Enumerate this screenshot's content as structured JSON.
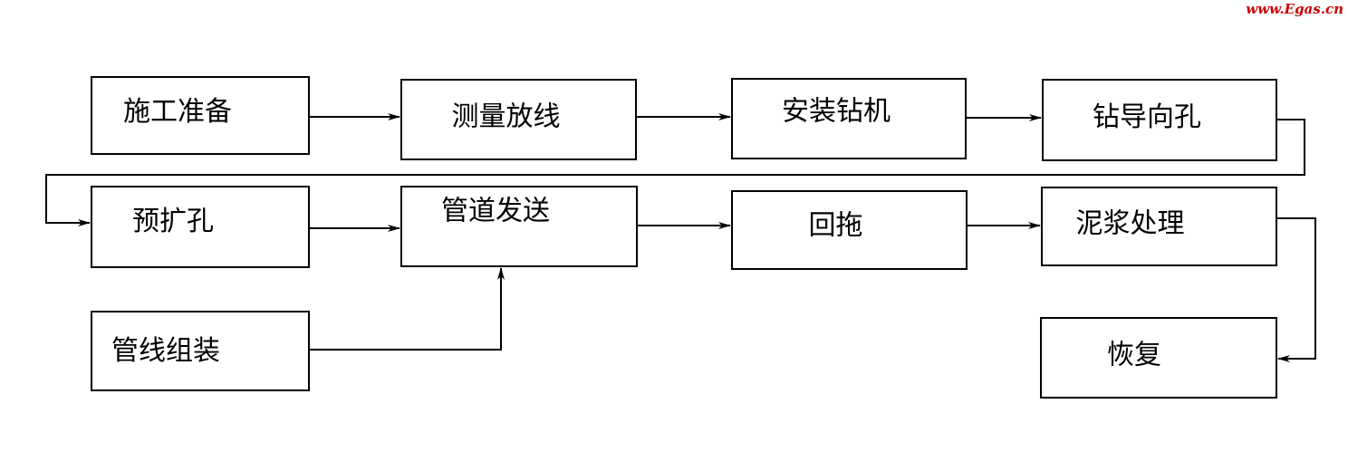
{
  "watermark": {
    "text": "www.Egas.cn",
    "color": "#cc0000"
  },
  "diagram": {
    "type": "flowchart",
    "line_color": "#000000",
    "nodes": [
      {
        "id": "prep",
        "label": "施工准备"
      },
      {
        "id": "survey",
        "label": "测量放线"
      },
      {
        "id": "install",
        "label": "安装钻机"
      },
      {
        "id": "pilot",
        "label": "钻导向孔"
      },
      {
        "id": "ream",
        "label": "预扩孔"
      },
      {
        "id": "deliver",
        "label": "管道发送"
      },
      {
        "id": "pullback",
        "label": "回拖"
      },
      {
        "id": "mud",
        "label": "泥浆处理"
      },
      {
        "id": "assemble",
        "label": "管线组装"
      },
      {
        "id": "restore",
        "label": "恢复"
      }
    ],
    "edges": [
      {
        "from": "prep",
        "to": "survey"
      },
      {
        "from": "survey",
        "to": "install"
      },
      {
        "from": "install",
        "to": "pilot"
      },
      {
        "from": "pilot",
        "to": "ream"
      },
      {
        "from": "ream",
        "to": "deliver"
      },
      {
        "from": "deliver",
        "to": "pullback"
      },
      {
        "from": "pullback",
        "to": "mud"
      },
      {
        "from": "assemble",
        "to": "deliver"
      },
      {
        "from": "mud",
        "to": "restore"
      }
    ]
  }
}
